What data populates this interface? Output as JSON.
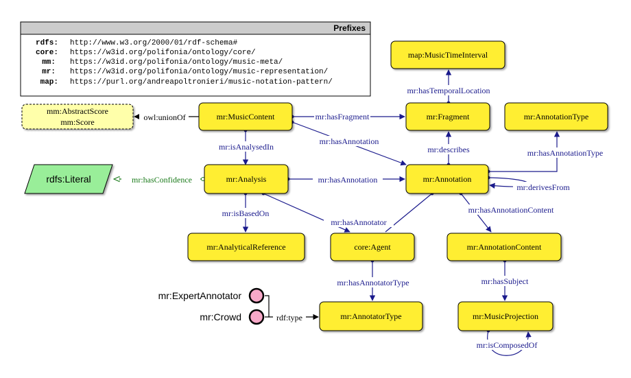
{
  "prefixes": {
    "title": "Prefixes",
    "rows": [
      {
        "prefix": "rdfs:",
        "uri": "http://www.w3.org/2000/01/rdf-schema#"
      },
      {
        "prefix": "core:",
        "uri": "https://w3id.org/polifonia/ontology/core/"
      },
      {
        "prefix": "mm:",
        "uri": "https://w3id.org/polifonia/ontology/music-meta/"
      },
      {
        "prefix": "mr:",
        "uri": "https://w3id.org/polifonia/ontology/music-representation/"
      },
      {
        "prefix": "map:",
        "uri": "https://purl.org/andreapoltronieri/music-notation-pattern/"
      }
    ]
  },
  "union": {
    "line1": "mm:AbstractScore",
    "line2": "mm:Score"
  },
  "classes": {
    "music_time_interval": "map:MusicTimeInterval",
    "music_content": "mr:MusicContent",
    "fragment": "mr:Fragment",
    "annotation_type": "mr:AnnotationType",
    "analysis": "mr:Analysis",
    "annotation": "mr:Annotation",
    "analytical_reference": "mr:AnalyticalReference",
    "agent": "core:Agent",
    "annotation_content": "mr:AnnotationContent",
    "annotator_type": "mr:AnnotatorType",
    "music_projection": "mr:MusicProjection"
  },
  "literal": "rdfs:Literal",
  "individuals": {
    "expert": "mr:ExpertAnnotator",
    "crowd": "mr:Crowd"
  },
  "edges": {
    "union_of": "owl:unionOf",
    "has_temporal_location": "mr:hasTemporalLocation",
    "has_fragment": "mr:hasFragment",
    "has_annotation_1": "mr:hasAnnotation",
    "is_analysed_in": "mr:isAnalysedIn",
    "describes": "mr:describes",
    "has_annotation_type": "mr:hasAnnotationType",
    "has_confidence": "mr:hasConfidence",
    "has_annotation_2": "mr:hasAnnotation",
    "derives_from": "mr:derivesFrom",
    "is_based_on": "mr:isBasedOn",
    "has_annotator": "mr:hasAnnotator",
    "has_annotation_content": "mr:hasAnnotationContent",
    "has_annotator_type": "mr:hasAnnotatorType",
    "has_subject": "mr:hasSubject",
    "rdf_type": "rdf:type",
    "is_composed_of": "mr:isComposedOf"
  },
  "colors": {
    "class_fill": "#ffee33",
    "union_fill": "#ffffaa",
    "literal_fill": "#99ee99",
    "individual_fill": "#f7a8c8",
    "edge": "#1a1a8c",
    "confidence": "#1a7a1a"
  }
}
